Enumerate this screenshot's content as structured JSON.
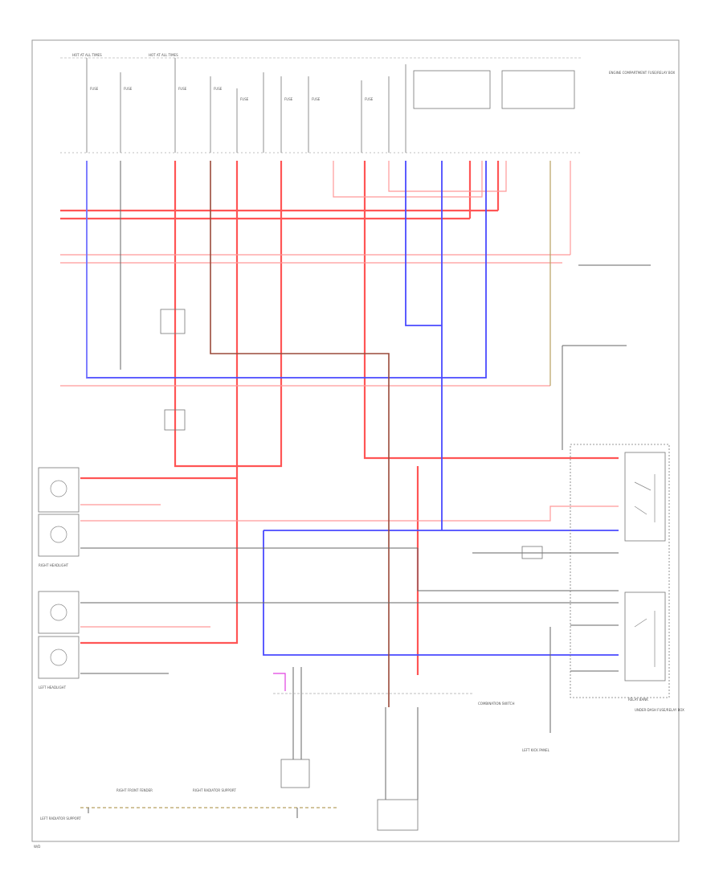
{
  "diagram": {
    "footer_label": "W/D",
    "hot_labels": [
      "HOT AT ALL TIMES",
      "HOT AT ALL TIMES"
    ],
    "fuse_labels": [
      "FUSE",
      "FUSE",
      "FUSE",
      "FUSE",
      "FUSE",
      "FUSE",
      "FUSE",
      "FUSE"
    ],
    "relay_box_label": "ENGINE COMPARTMENT FUSE/RELAY BOX",
    "left_headlight_label": "LEFT HEADLIGHT",
    "right_headlight_label": "RIGHT HEADLIGHT",
    "relay_bank_label": "RELAY BANK",
    "under_dash_label": "UNDER-DASH FUSE/RELAY BOX",
    "ground_labels": [
      "LEFT RADIATOR SUPPORT",
      "RIGHT FRONT FENDER",
      "RIGHT RADIATOR SUPPORT",
      "LEFT KICK PANEL"
    ],
    "switch_label": "COMBINATION SWITCH",
    "colors": {
      "red": "#ff5555",
      "pink": "#ff9999",
      "blue": "#4a4aff",
      "light_blue": "#8a8aff",
      "brown": "#9a4a3a",
      "olive": "#b8a060",
      "black": "#555555",
      "magenta": "#e040e0"
    }
  }
}
